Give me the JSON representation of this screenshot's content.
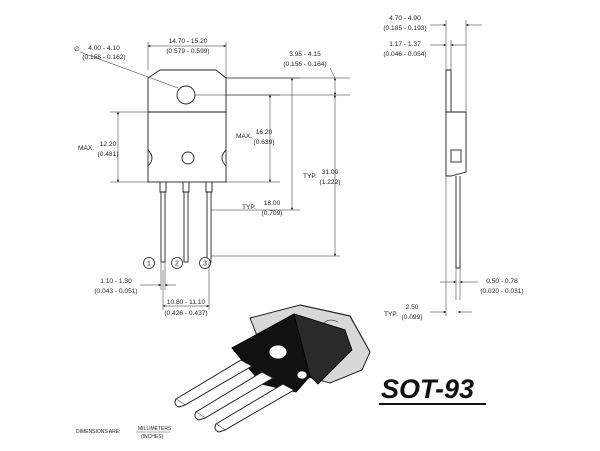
{
  "title": "SOT-93",
  "units_note": {
    "prefix": "DIMENSIONS ARE:",
    "mm": "MILLIMETERS",
    "inches": "(INCHES)"
  },
  "dims": {
    "hole_dia": {
      "symbol": "∅",
      "mm": "4.00 - 4.10",
      "in": "(0.158 - 0.162)"
    },
    "width": {
      "mm": "14.70 - 15.20",
      "in": "(0.579 - 0.599)"
    },
    "hole_offset": {
      "mm": "3.95 - 4.15",
      "in": "(0.156 - 0.164)"
    },
    "tab_height": {
      "prefix": "MAX.",
      "mm": "12.20",
      "in": "(0.481)"
    },
    "body_height": {
      "prefix": "MAX.",
      "mm": "16.20",
      "in": "(0.639)"
    },
    "overall_length": {
      "prefix": "TYP.",
      "mm": "31.00",
      "in": "(1.222)"
    },
    "to_leads": {
      "prefix": "TYP.",
      "mm": "18.00",
      "in": "(0.709)"
    },
    "lead_width": {
      "mm": "1.10 - 1.30",
      "in": "(0.043 - 0.051)"
    },
    "lead_span": {
      "mm": "10.80 - 11.10",
      "in": "(0.426 - 0.437)"
    },
    "thickness": {
      "mm": "4.70 - 4.90",
      "in": "(0.185 - 0.193)"
    },
    "tab_thickness": {
      "mm": "1.17 - 1.37",
      "in": "(0.046 - 0.054)"
    },
    "lead_thickness": {
      "mm": "0.50 - 0.78",
      "in": "(0.020 - 0.031)"
    },
    "lead_offset": {
      "prefix": "TYP.",
      "mm": "2.50",
      "in": "(0.099)"
    }
  },
  "pins": [
    "1",
    "2",
    "3"
  ]
}
